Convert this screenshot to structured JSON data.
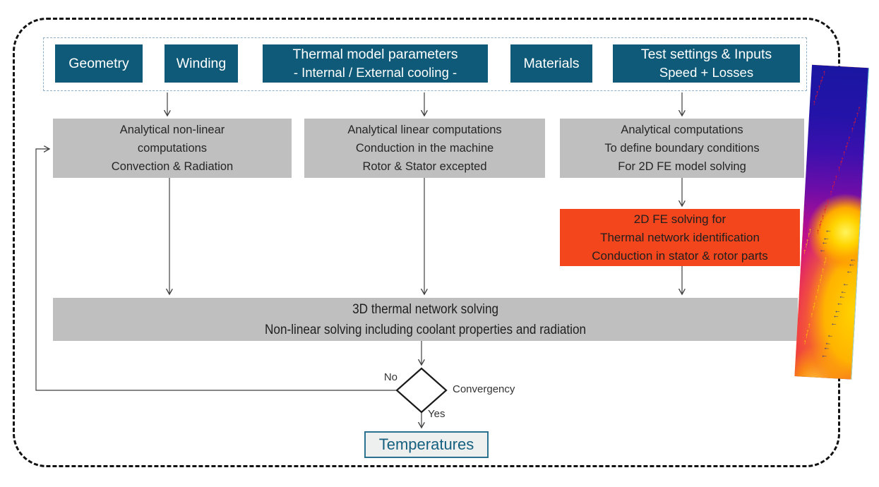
{
  "diagram_title": "thermal-model-workflow-flowchart",
  "colors": {
    "input_box": "#0e5a78",
    "process_box": "#bfbfbf",
    "fe_box": "#f4461c",
    "box_text_dark": "#262626",
    "input_text": "#ffffff",
    "connector": "#3f3f3f",
    "outer_border": "#121212",
    "inner_border": "#8fb0c8",
    "output_border": "#2b7291",
    "output_text": "#15607f"
  },
  "inputs": [
    {
      "label": "Geometry",
      "sublabel": ""
    },
    {
      "label": "Winding",
      "sublabel": ""
    },
    {
      "label": "Thermal model parameters",
      "sublabel": "- Internal / External cooling -"
    },
    {
      "label": "Materials",
      "sublabel": ""
    },
    {
      "label": "Test settings & Inputs",
      "sublabel": "Speed + Losses"
    }
  ],
  "process_boxes": [
    {
      "lines": [
        "Analytical non-linear",
        "computations",
        "Convection & Radiation"
      ]
    },
    {
      "lines": [
        "Analytical linear computations",
        "Conduction in the machine",
        "Rotor & Stator excepted"
      ]
    },
    {
      "lines": [
        "Analytical computations",
        "To define boundary conditions",
        "For 2D FE model solving"
      ]
    }
  ],
  "fe_box": {
    "lines": [
      "2D FE solving for",
      "Thermal network identification",
      "Conduction in stator & rotor parts"
    ]
  },
  "solver_box": {
    "lines": [
      "3D thermal network solving",
      "Non-linear solving including coolant properties and radiation"
    ]
  },
  "decision": {
    "label": "Convergency",
    "no_label": "No",
    "yes_label": "Yes"
  },
  "output_box": {
    "label": "Temperatures"
  },
  "fea_plot": {
    "name": "2d-fe-thermal-flux-result-image",
    "gradient_cold": "#1a16a2",
    "gradient_mid": "#d31080",
    "gradient_hot": "#ffd400",
    "red_arrows": 30,
    "yellow_arrows": 20,
    "blue_arrows": 18,
    "red_arrow_color": "#e8192c",
    "yellow_arrow_color": "#ffd000",
    "blue_arrow_color": "#232b8f"
  }
}
